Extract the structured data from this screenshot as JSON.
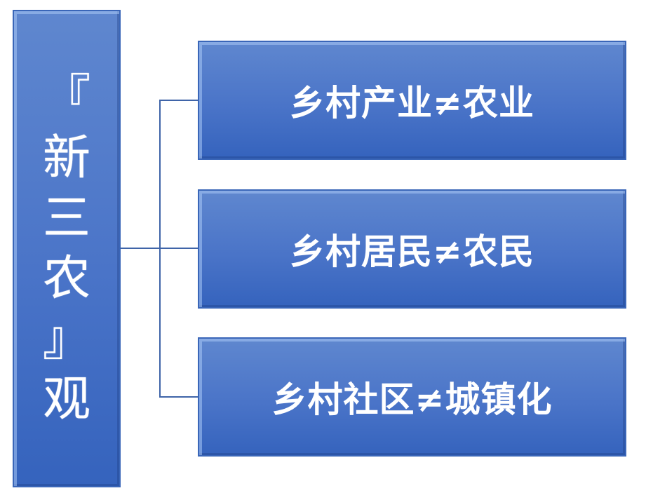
{
  "title_chars": [
    "『",
    "新",
    "三",
    "农",
    "』",
    "观"
  ],
  "items": [
    {
      "label": "乡村产业≠农业"
    },
    {
      "label": "乡村居民≠农民"
    },
    {
      "label": "乡村社区≠城镇化"
    }
  ]
}
